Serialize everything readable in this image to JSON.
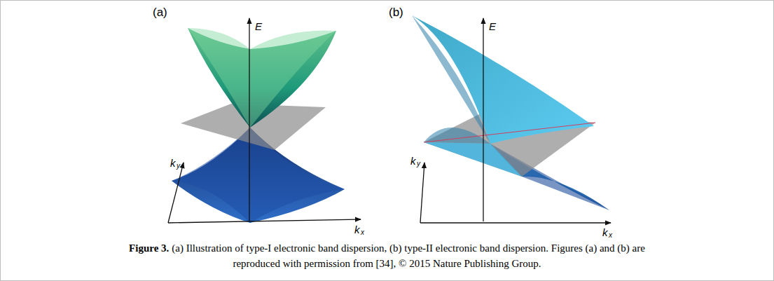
{
  "diagram": {
    "caption": "(a) Illustration of type-I electronic band dispersion, (b) type-II electronic band dispersion. Figures (a) and (b) are reproduced with permission from [34], © 2015 Nature Publishing Group.",
    "labels": [
      "(a)",
      "E",
      "k",
      "y",
      "k",
      "x",
      "(b)",
      "E",
      "k",
      "y",
      "k",
      "x",
      "Figure 3."
    ]
  }
}
